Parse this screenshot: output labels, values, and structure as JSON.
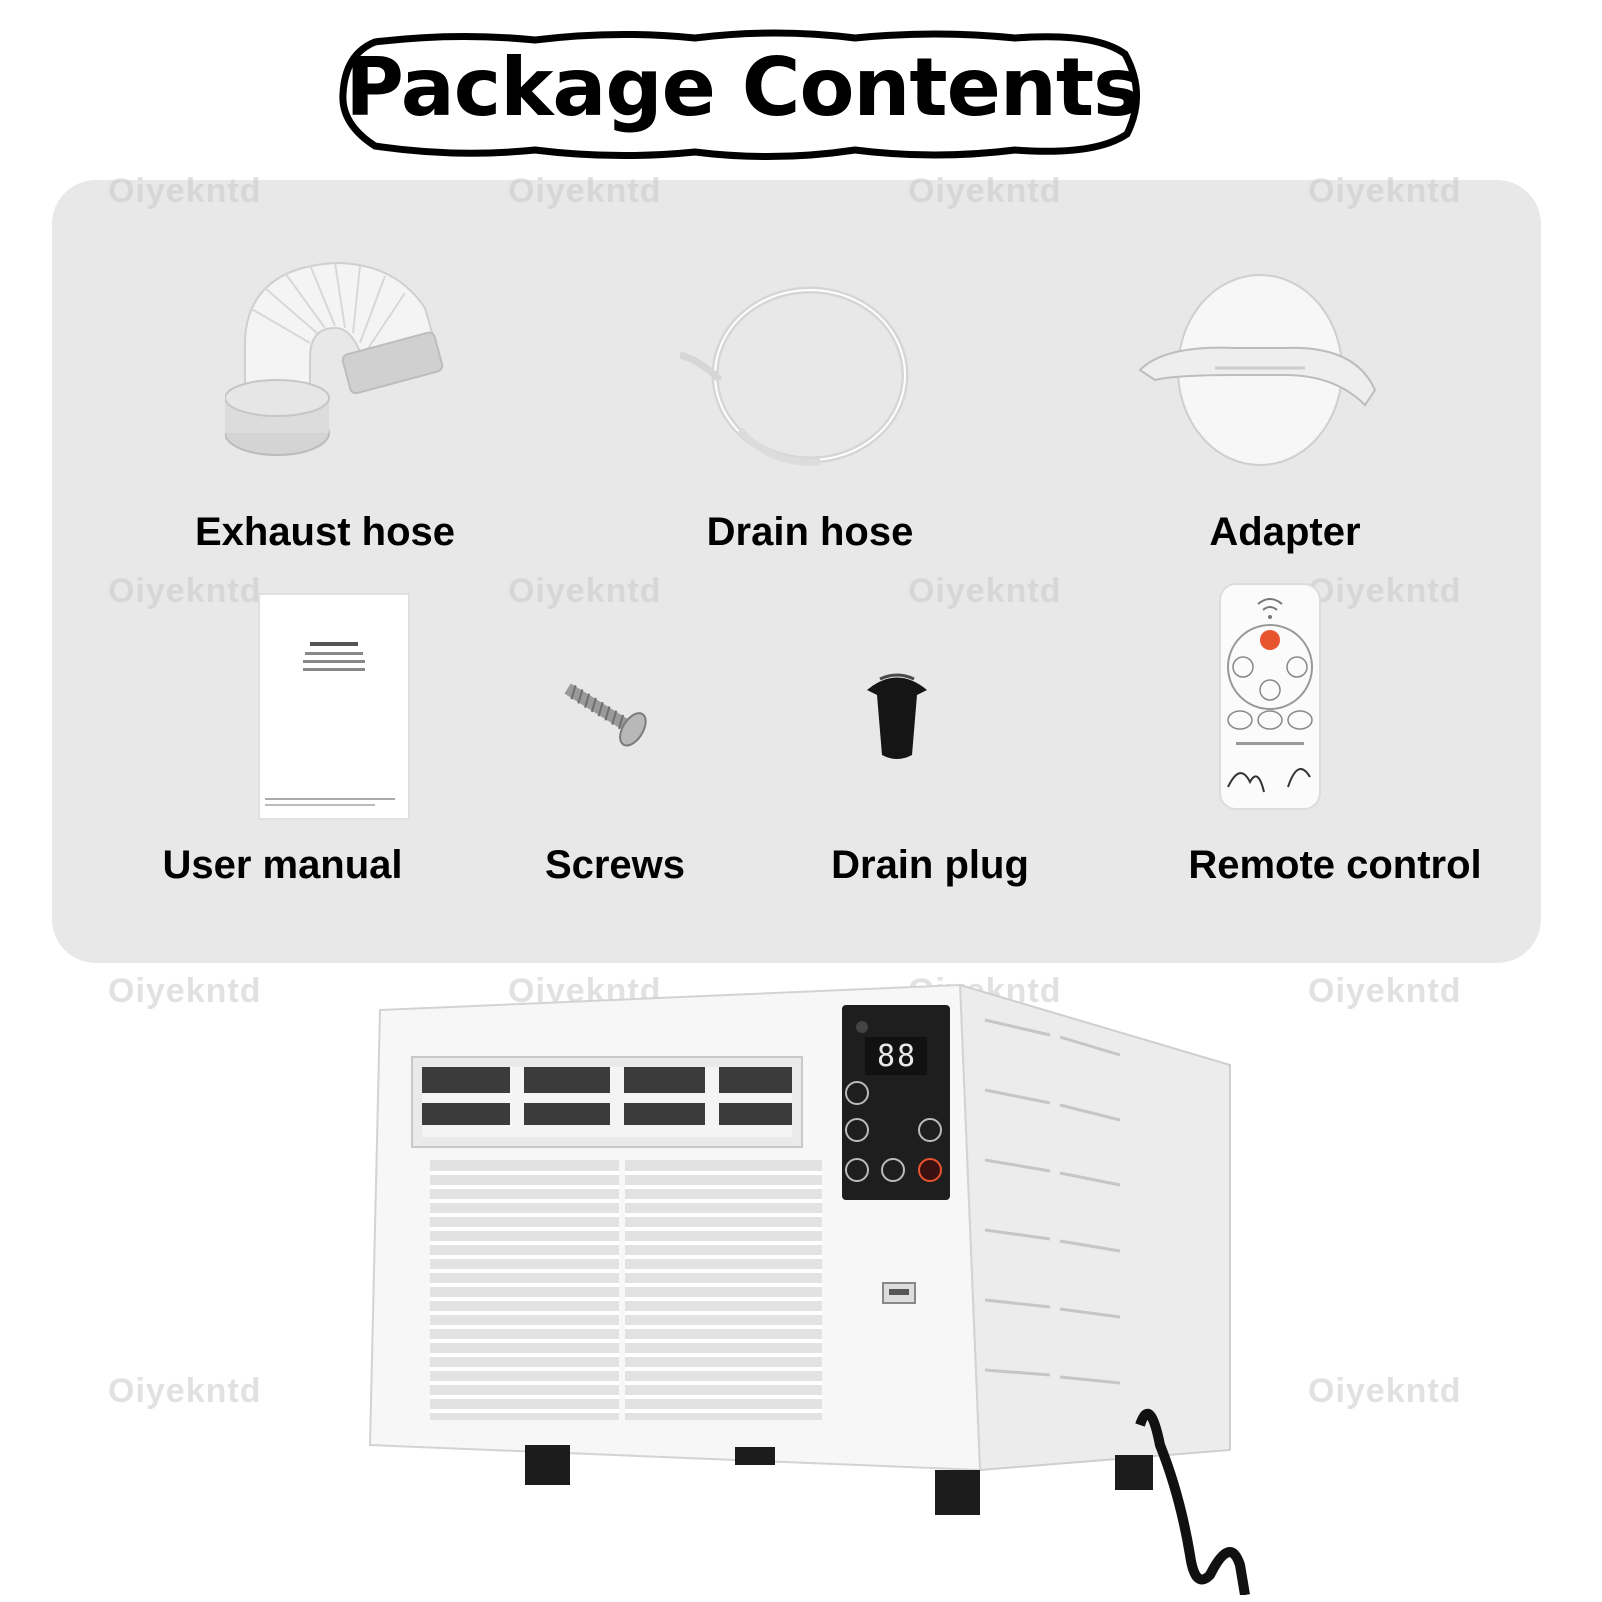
{
  "title": "Package Contents",
  "watermark": "Oiyekntd",
  "items": [
    {
      "label": "Exhaust hose",
      "icon": "exhaust-hose-icon"
    },
    {
      "label": "Drain hose",
      "icon": "drain-hose-icon"
    },
    {
      "label": "Adapter",
      "icon": "adapter-icon"
    },
    {
      "label": "User manual",
      "icon": "user-manual-icon"
    },
    {
      "label": "Screws",
      "icon": "screw-icon"
    },
    {
      "label": "Drain plug",
      "icon": "drain-plug-icon"
    },
    {
      "label": "Remote control",
      "icon": "remote-control-icon"
    }
  ],
  "ac_display": "88",
  "colors": {
    "panel": "#e8e8e8",
    "control_panel": "#1e1e1e",
    "power_button": "#e8542e"
  }
}
